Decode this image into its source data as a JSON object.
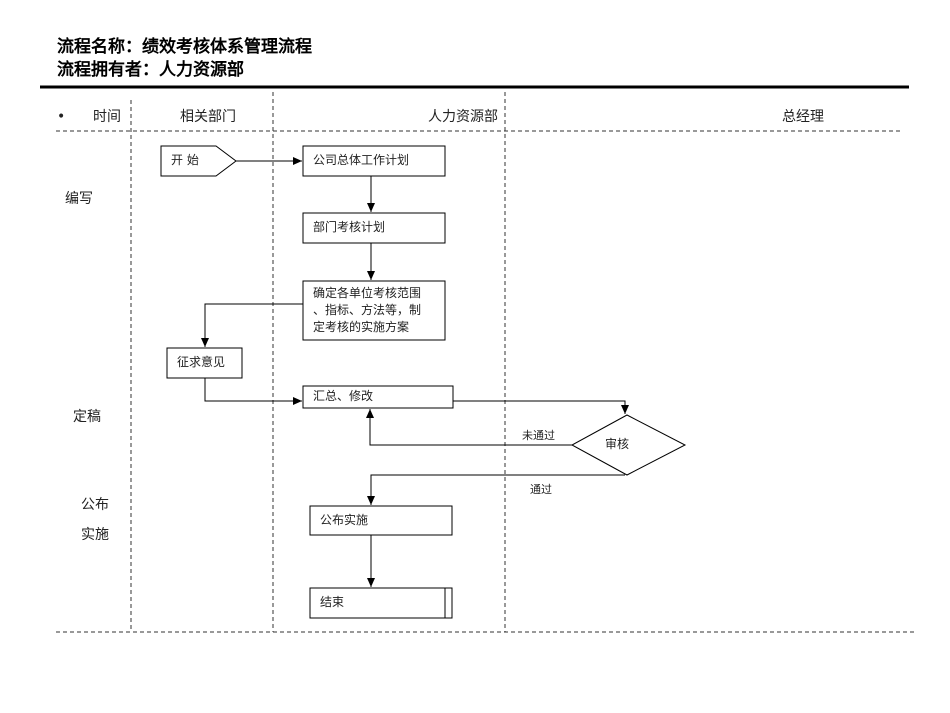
{
  "document": {
    "title_line1": "流程名称：绩效考核体系管理流程",
    "title_line2": "流程拥有者：人力资源部"
  },
  "header": {
    "bullet": "•",
    "time_label": "时间",
    "lanes": [
      {
        "label": "相关部门"
      },
      {
        "label": "人力资源部"
      },
      {
        "label": "总经理"
      }
    ]
  },
  "phases": [
    {
      "label": "编写"
    },
    {
      "label": "定稿"
    },
    {
      "label": "公布"
    },
    {
      "label": "实施"
    }
  ],
  "nodes": {
    "start": {
      "label": "开 始",
      "shape": "pentagon",
      "lane": "相关部门"
    },
    "company_plan": {
      "label": "公司总体工作计划",
      "shape": "process",
      "lane": "人力资源部"
    },
    "dept_plan": {
      "label": "部门考核计划",
      "shape": "process",
      "lane": "人力资源部"
    },
    "define_scope": {
      "lines": [
        "确定各单位考核范围",
        "、指标、方法等，制",
        "定考核的实施方案"
      ],
      "shape": "process",
      "lane": "人力资源部"
    },
    "solicit": {
      "label": "征求意见",
      "shape": "process",
      "lane": "相关部门"
    },
    "summarize": {
      "label": "汇总、修改",
      "shape": "process",
      "lane": "人力资源部"
    },
    "review": {
      "label": "审核",
      "shape": "decision",
      "lane": "总经理"
    },
    "publish": {
      "label": "公布实施",
      "shape": "process",
      "lane": "人力资源部"
    },
    "end": {
      "label": "结束",
      "shape": "terminator",
      "lane": "人力资源部"
    }
  },
  "edges": {
    "not_passed": "未通过",
    "passed": "通过"
  }
}
